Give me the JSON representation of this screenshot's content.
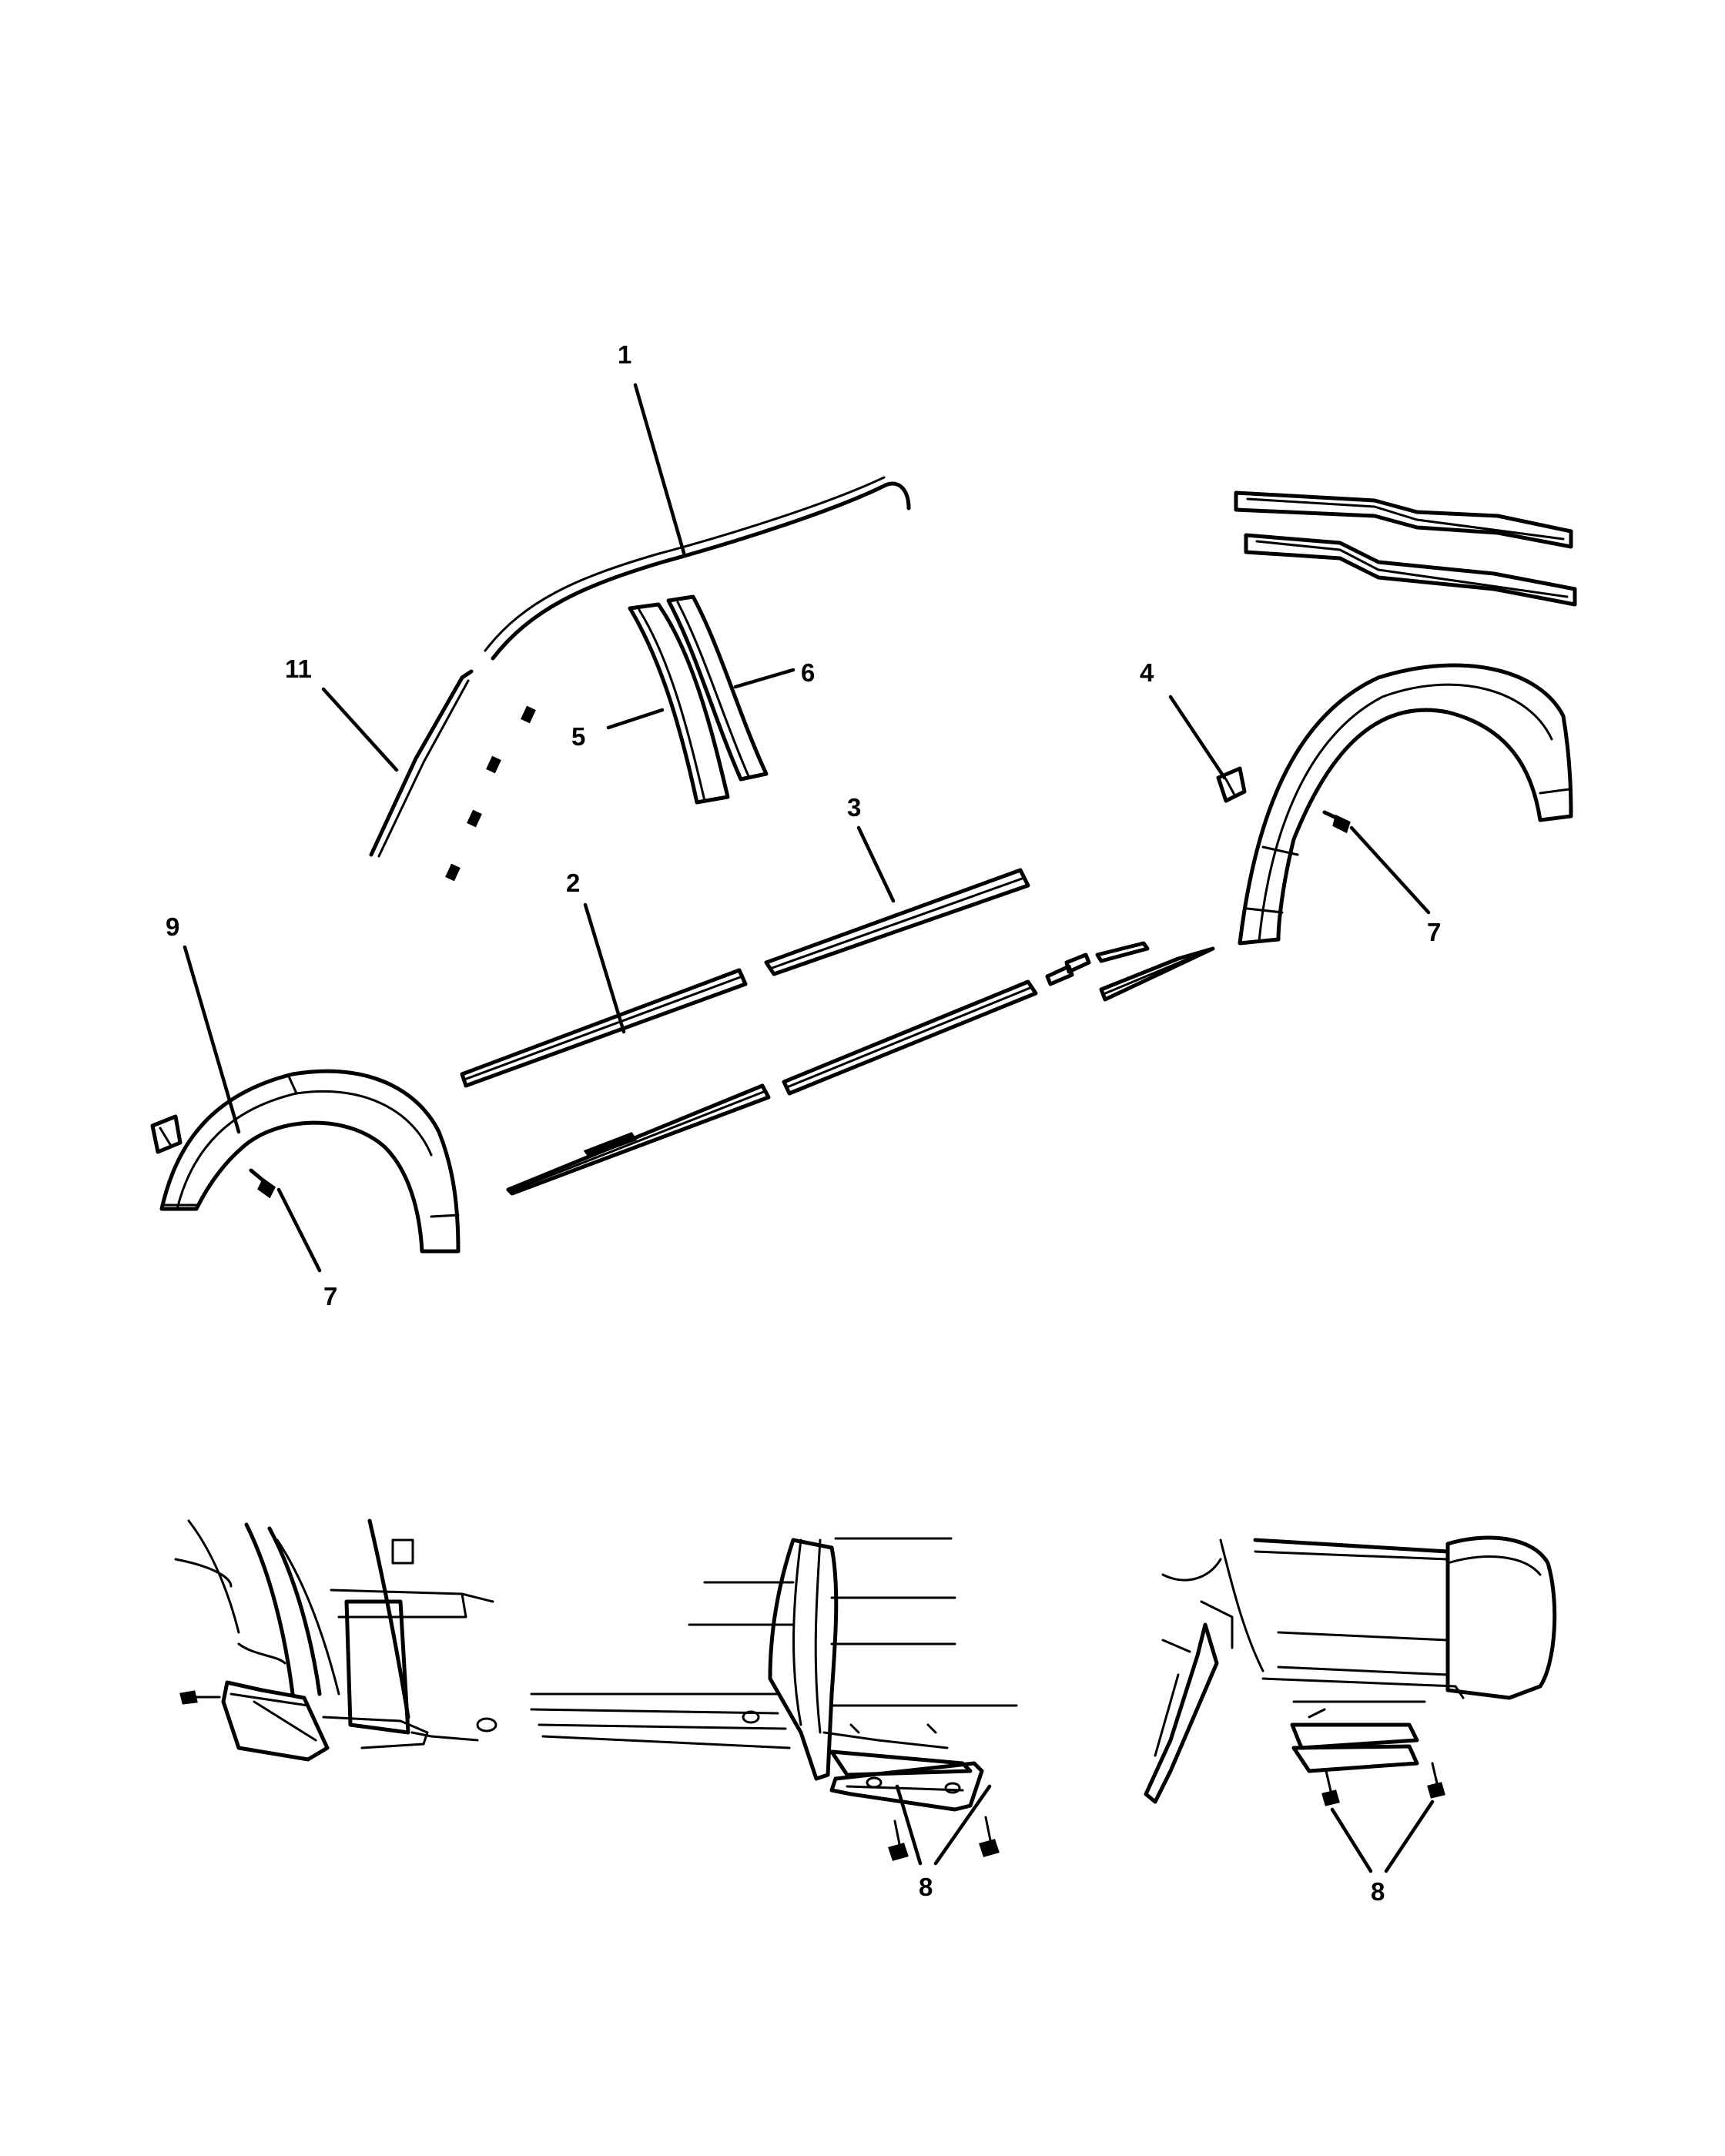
{
  "callouts": [
    {
      "id": "c1",
      "label": "1"
    },
    {
      "id": "c11",
      "label": "11"
    },
    {
      "id": "c5",
      "label": "5"
    },
    {
      "id": "c6",
      "label": "6"
    },
    {
      "id": "c4",
      "label": "4"
    },
    {
      "id": "c3",
      "label": "3"
    },
    {
      "id": "c2",
      "label": "2"
    },
    {
      "id": "c9",
      "label": "9"
    },
    {
      "id": "c7a",
      "label": "7"
    },
    {
      "id": "c7b",
      "label": "7"
    },
    {
      "id": "c8a",
      "label": "8"
    },
    {
      "id": "c8b",
      "label": "8"
    }
  ]
}
